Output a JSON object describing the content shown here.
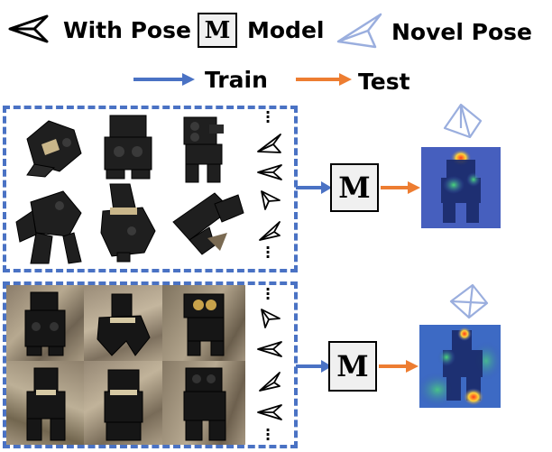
{
  "legend": {
    "with_pose_label": "With Pose",
    "model_symbol": "M",
    "model_label": "Model",
    "novel_pose_label": "Novel Pose",
    "train_label": "Train",
    "test_label": "Test"
  },
  "colors": {
    "train_arrow": "#4a72c4",
    "test_arrow": "#ed7d31",
    "dashed_border": "#4a72c4",
    "novel_pose_icon": "#9aaede",
    "heatmap_bg": "#3a52b4"
  },
  "rows": [
    {
      "model_symbol": "M",
      "background": "white",
      "camera_count": 4
    },
    {
      "model_symbol": "M",
      "background": "marble",
      "camera_count": 4
    }
  ]
}
